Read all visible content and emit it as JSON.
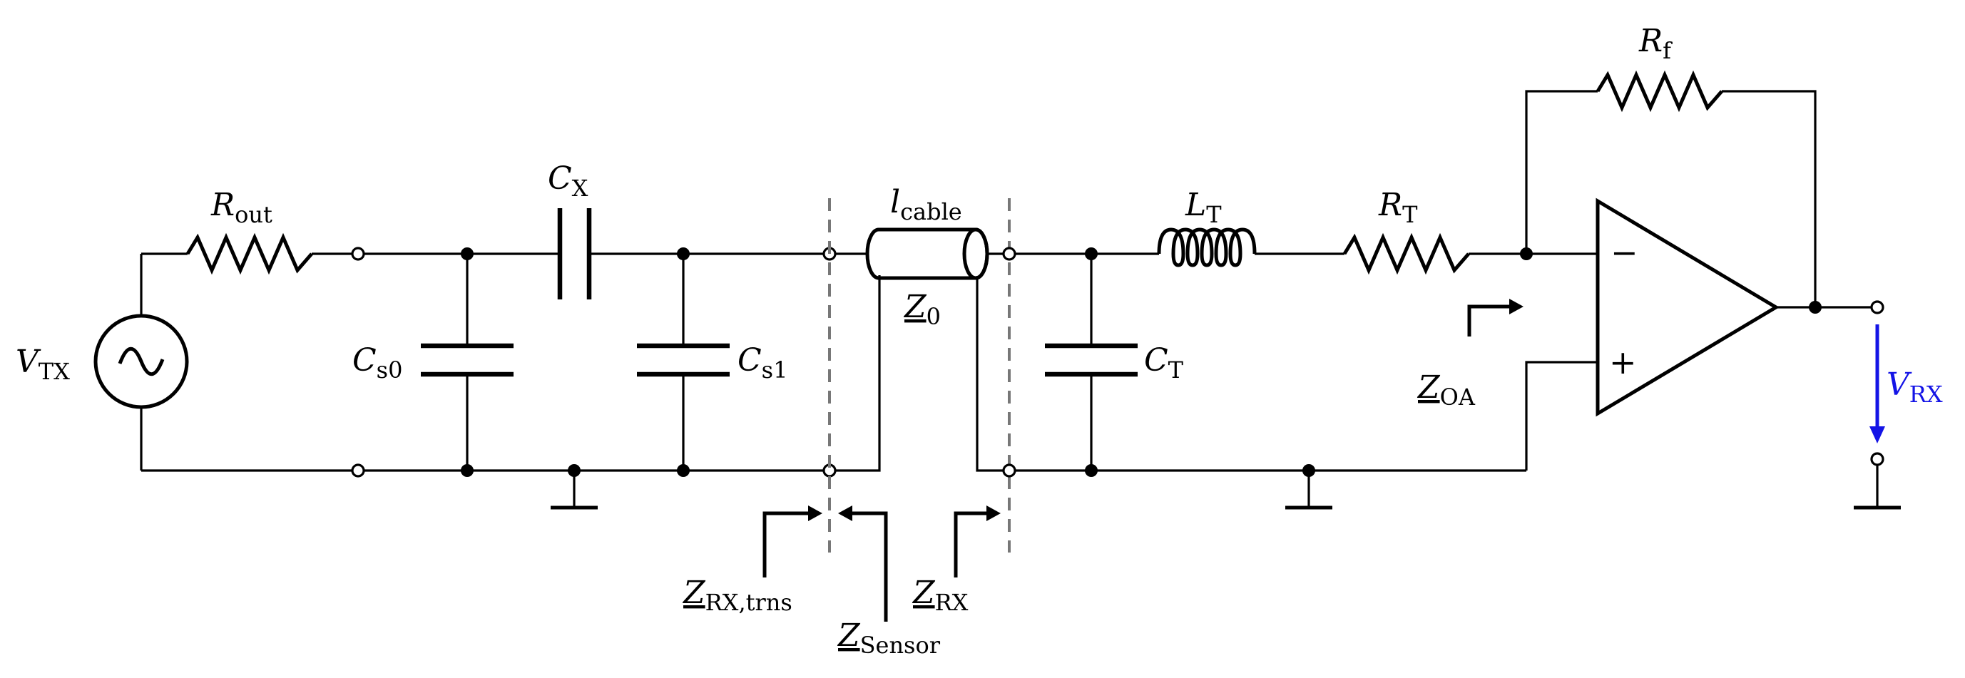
{
  "colors": {
    "wire": "#000000",
    "dashed_boundary": "#777777",
    "output_voltage": "#1414e6"
  },
  "labels": {
    "v_tx": {
      "main": "V",
      "sub": "TX"
    },
    "r_out": {
      "main": "R",
      "sub": "out"
    },
    "c_x": {
      "main": "C",
      "sub": "X"
    },
    "c_s0": {
      "main": "C",
      "sub": "s0"
    },
    "c_s1": {
      "main": "C",
      "sub": "s1"
    },
    "l_cable": {
      "main": "l",
      "sub": "cable"
    },
    "z_0": {
      "main": "Z",
      "sub": "0"
    },
    "c_t": {
      "main": "C",
      "sub": "T"
    },
    "l_t": {
      "main": "L",
      "sub": "T"
    },
    "r_t": {
      "main": "R",
      "sub": "T"
    },
    "r_f": {
      "main": "R",
      "sub": "f"
    },
    "z_oa": {
      "main": "Z",
      "sub": "OA"
    },
    "v_rx": {
      "main": "V",
      "sub": "RX"
    },
    "z_rx_trns": {
      "main": "Z",
      "sub": "RX,trns"
    },
    "z_sensor": {
      "main": "Z",
      "sub": "Sensor"
    },
    "z_rx": {
      "main": "Z",
      "sub": "RX"
    },
    "opamp_minus": "−",
    "opamp_plus": "+"
  },
  "icons": {
    "source": "ac-source-icon",
    "ground": "ground-icon"
  }
}
